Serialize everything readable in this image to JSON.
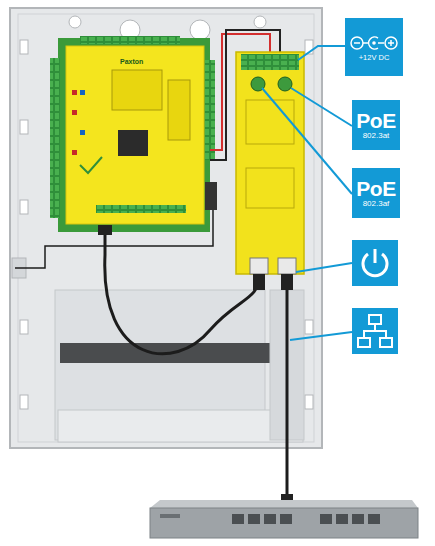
{
  "diagram": {
    "nodes": [
      {
        "text": [
          "+12V DC"
        ]
      },
      {
        "text": [
          "PoE",
          "802.3at"
        ]
      },
      {
        "text": [
          "PoE",
          "802.3af"
        ]
      }
    ],
    "edges": [],
    "labels": [
      "Paxton"
    ]
  }
}
